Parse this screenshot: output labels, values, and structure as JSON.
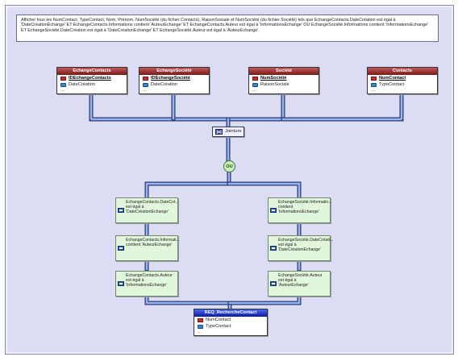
{
  "description": "Afficher tous les NumContact, TypeContact, Nom, Prénom, NumSociété (du fichier Contacts), RaisonSociale et NumSociété (du fichier Société) tels que EchangeContacts.DateCréation est égal à 'DateCréationEchange' ET EchangeContacts.Informations contient 'AuteurEchange' ET EchangeContacts.Auteur est égal à 'InformationsEchange' OU EchangeSociété.Informations contient 'InformationsEchange' ET EchangeSociété.DateCréation est égal à 'DateCréationEchange' ET EchangeSociété.Auteur est égal à 'AuteurEchange'.",
  "tables": [
    {
      "name": "EchangeContacts",
      "key": "IDEchangeContacts",
      "fields": [
        "DateCréation"
      ],
      "more": "..."
    },
    {
      "name": "EchangeSociété",
      "key": "IDEchangeSociété",
      "fields": [
        "DateCréation"
      ],
      "more": "..."
    },
    {
      "name": "Société",
      "key": "NumSociété",
      "fields": [
        "RaisonSociale"
      ],
      "more": "..."
    },
    {
      "name": "Contacts",
      "key": "NumContact",
      "fields": [
        "TypeContact"
      ],
      "more": "..."
    }
  ],
  "join_label": "Jointure",
  "or_label": "OU",
  "conditions_left": [
    "EchangeContacts.DateCré... est égal à 'DateCréationEchange'",
    "EchangeContacts.Informati... contient 'AuteurEchange'",
    "EchangeContacts.Auteur est égal à 'InformationsEchange'"
  ],
  "conditions_right": [
    "EchangeSociété.Informatio... contient 'InformationsEchange'",
    "EchangeSociété.DateCréati... est égal à 'DateCréationEchange'",
    "EchangeSociété.Auteur est égal à 'AuteurEchange'"
  ],
  "result": {
    "name": "REQ_RechercheContact",
    "fields": [
      "NumContact",
      "TypeContact"
    ],
    "more": "..."
  },
  "colors": {
    "table_header": "#8a2020",
    "result_header": "#1a2ad0",
    "condition_bg": "#e2f6dc",
    "canvas": "#dcdcf4",
    "wire": "#4a6ab8"
  }
}
